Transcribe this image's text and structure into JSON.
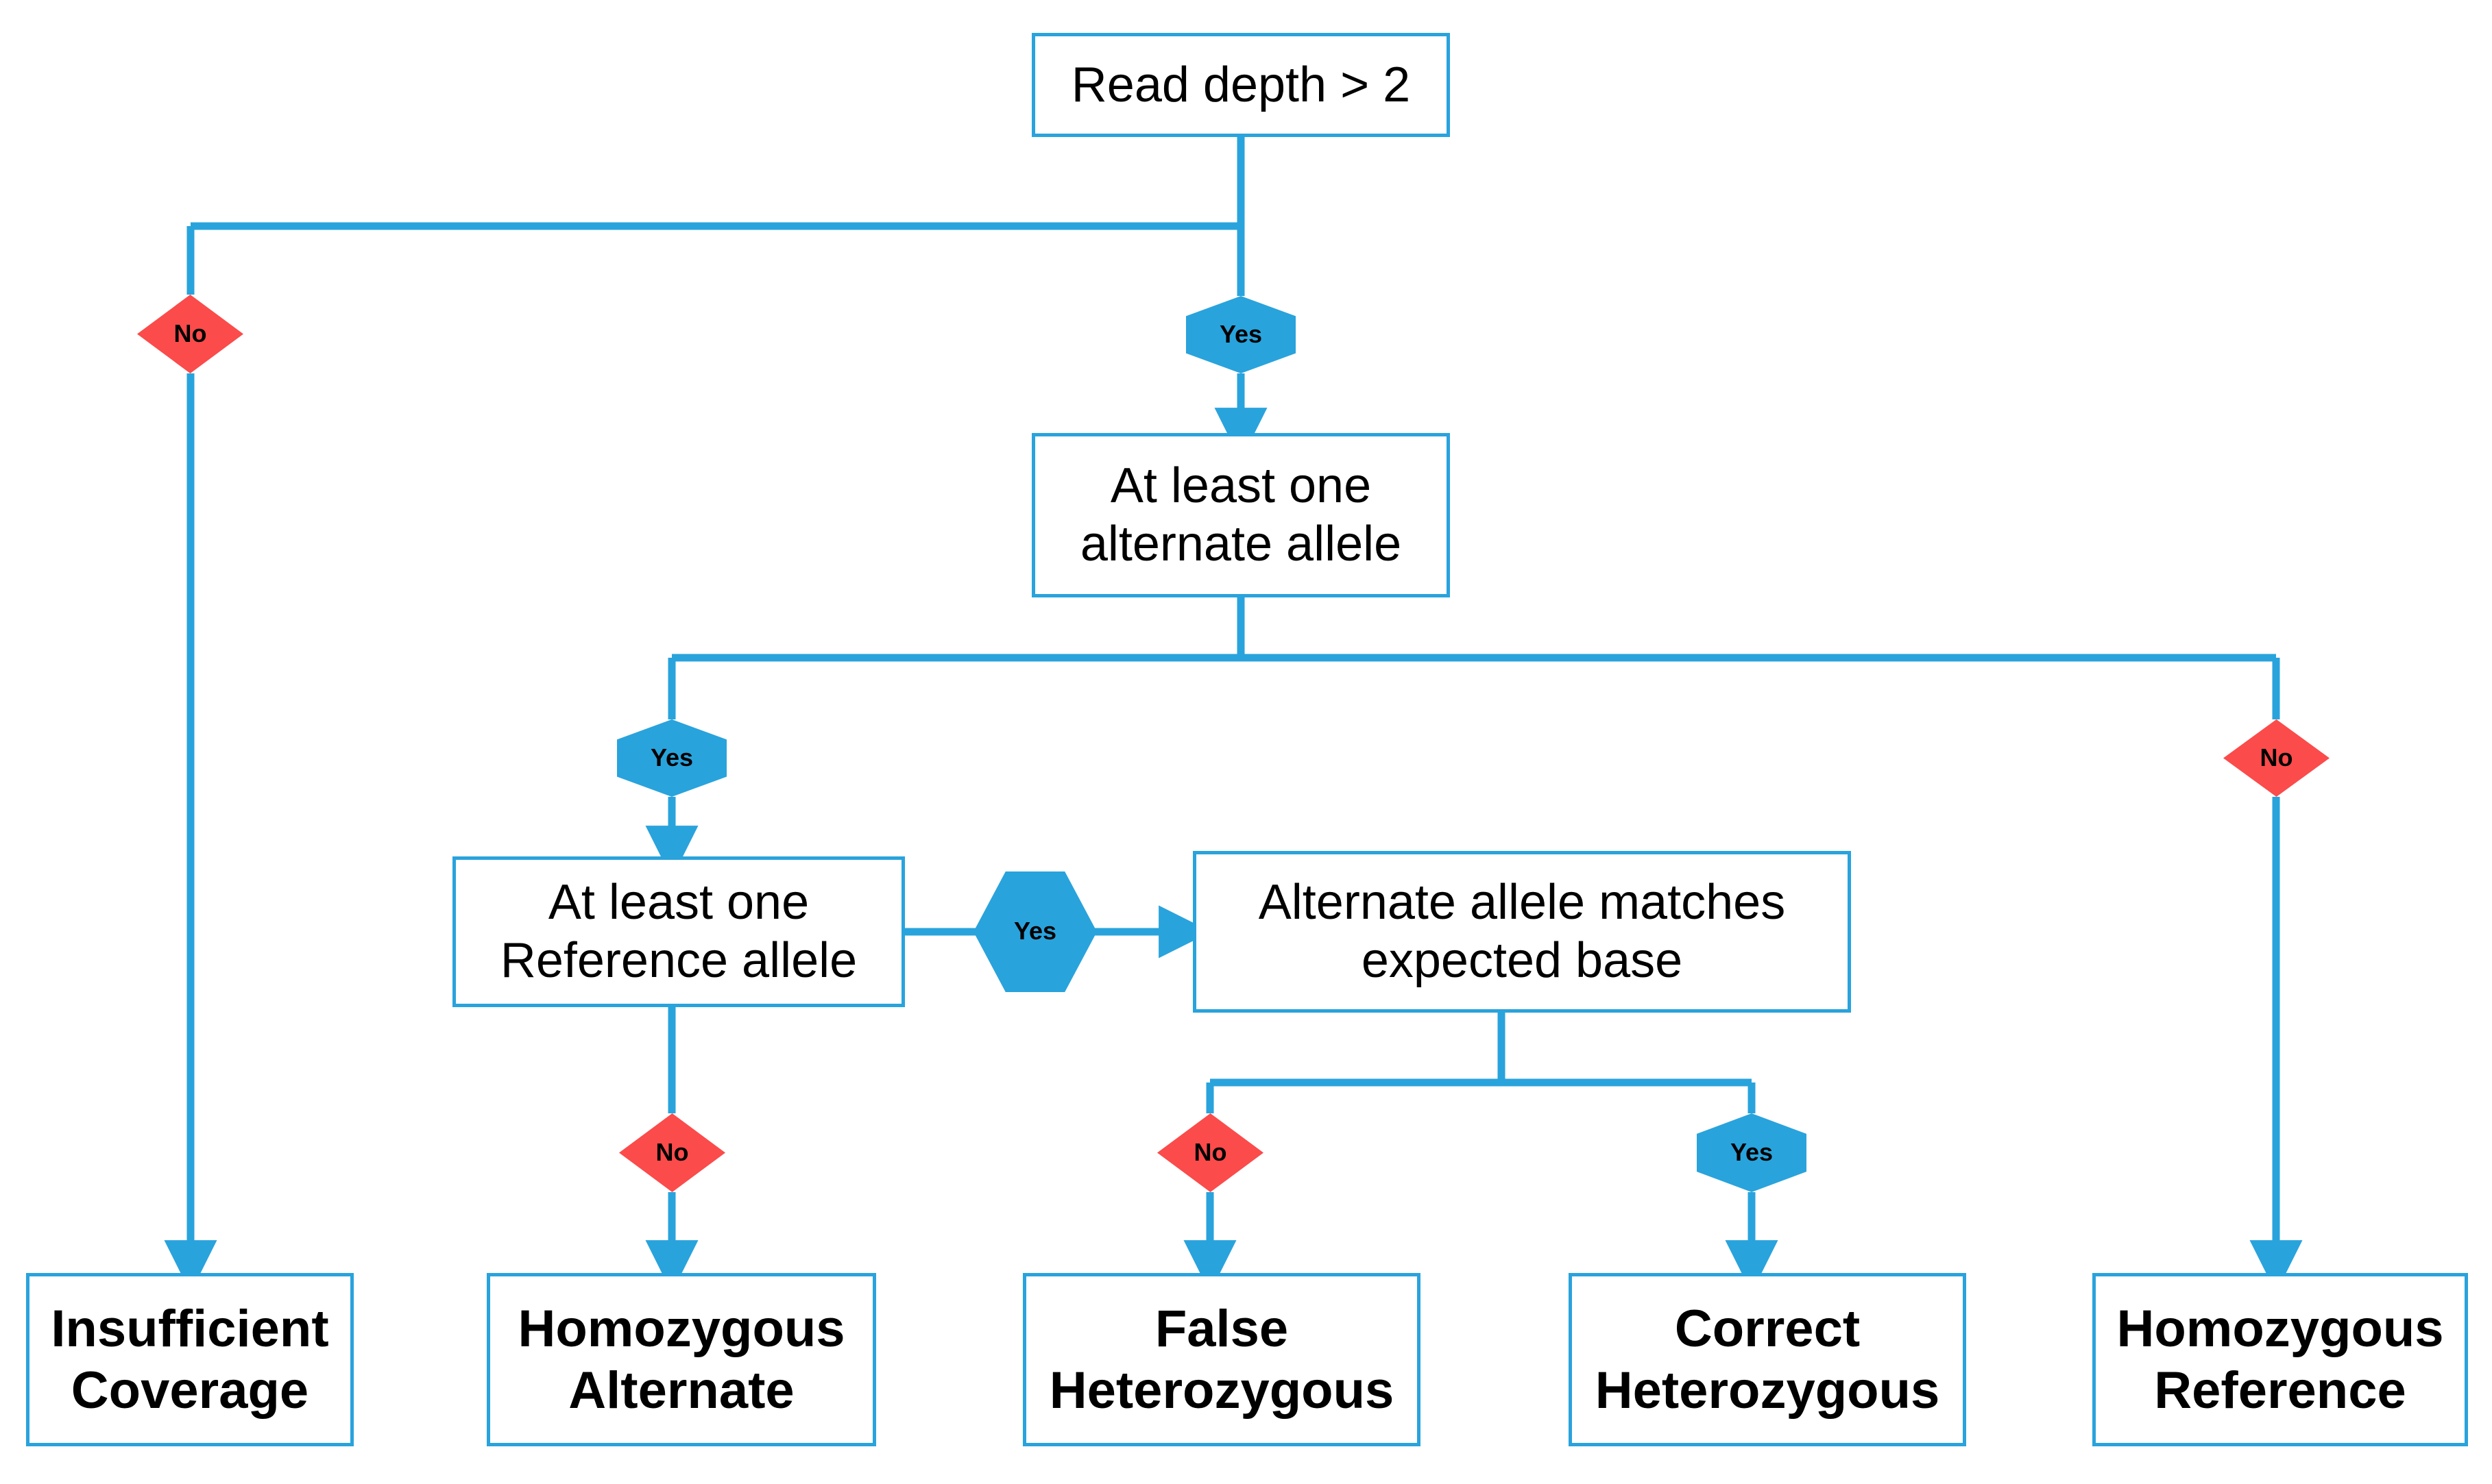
{
  "diagram": {
    "title": "Variant genotype calling decision flowchart",
    "colors": {
      "line": "#29A3DC",
      "box_border": "#29A3DC",
      "yes_marker": "#29A3DC",
      "no_marker": "#FB4B4B",
      "background": "#FFFFFF",
      "text": "#000000"
    },
    "nodes": [
      {
        "id": "read-depth",
        "type": "decision",
        "text": "Read depth > 2"
      },
      {
        "id": "alt-allele",
        "type": "decision",
        "text": "At least one\nalternate allele"
      },
      {
        "id": "ref-allele",
        "type": "decision",
        "text": "At least one\nReference allele"
      },
      {
        "id": "alt-matches",
        "type": "decision",
        "text": "Alternate allele matches\nexpected base"
      },
      {
        "id": "insufficient",
        "type": "terminal",
        "text": "Insufficient\nCoverage"
      },
      {
        "id": "homozygous-alt",
        "type": "terminal",
        "text": "Homozygous\nAlternate"
      },
      {
        "id": "false-het",
        "type": "terminal",
        "text": "False\nHeterozygous"
      },
      {
        "id": "correct-het",
        "type": "terminal",
        "text": "Correct\nHeterozygous"
      },
      {
        "id": "homozygous-ref",
        "type": "terminal",
        "text": "Homozygous\nReference"
      }
    ],
    "markers": [
      {
        "id": "m1",
        "shape": "diamond",
        "label": "No",
        "from": "read-depth",
        "to": "insufficient"
      },
      {
        "id": "m2",
        "shape": "hex-v",
        "label": "Yes",
        "from": "read-depth",
        "to": "alt-allele"
      },
      {
        "id": "m3",
        "shape": "hex-v",
        "label": "Yes",
        "from": "alt-allele",
        "to": "ref-allele"
      },
      {
        "id": "m4",
        "shape": "diamond",
        "label": "No",
        "from": "alt-allele",
        "to": "homozygous-ref"
      },
      {
        "id": "m5",
        "shape": "hex-h",
        "label": "Yes",
        "from": "ref-allele",
        "to": "alt-matches"
      },
      {
        "id": "m6",
        "shape": "diamond",
        "label": "No",
        "from": "ref-allele",
        "to": "homozygous-alt"
      },
      {
        "id": "m7",
        "shape": "diamond",
        "label": "No",
        "from": "alt-matches",
        "to": "false-het"
      },
      {
        "id": "m8",
        "shape": "hex-v",
        "label": "Yes",
        "from": "alt-matches",
        "to": "correct-het"
      }
    ],
    "labels": {
      "read_depth": "Read depth > 2",
      "alt_allele_l1": "At least one",
      "alt_allele_l2": "alternate allele",
      "ref_allele_l1": "At least one",
      "ref_allele_l2": "Reference allele",
      "alt_matches_l1": "Alternate allele matches",
      "alt_matches_l2": "expected base",
      "insufficient_l1": "Insufficient",
      "insufficient_l2": "Coverage",
      "homozygous_alt_l1": "Homozygous",
      "homozygous_alt_l2": "Alternate",
      "false_het_l1": "False",
      "false_het_l2": "Heterozygous",
      "correct_het_l1": "Correct",
      "correct_het_l2": "Heterozygous",
      "homozygous_ref_l1": "Homozygous",
      "homozygous_ref_l2": "Reference",
      "yes": "Yes",
      "no": "No"
    }
  }
}
